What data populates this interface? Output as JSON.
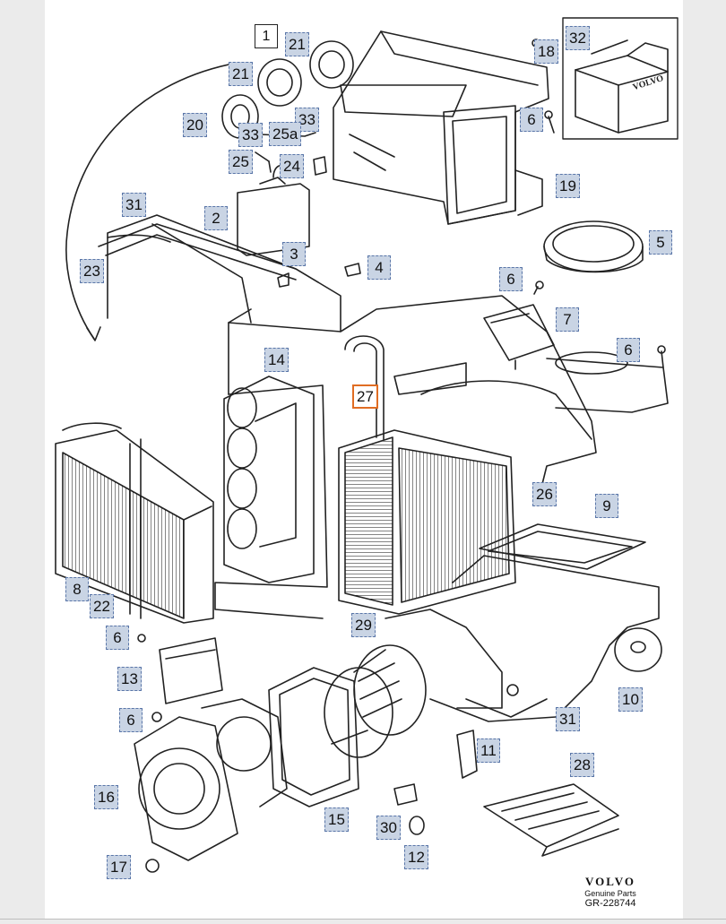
{
  "callouts": {
    "c1": "1",
    "c2": "2",
    "c3": "3",
    "c4": "4",
    "c5": "5",
    "c6a": "6",
    "c6b": "6",
    "c6c": "6",
    "c6d": "6",
    "c6e": "6",
    "c7": "7",
    "c8": "8",
    "c9": "9",
    "c10": "10",
    "c11": "11",
    "c12": "12",
    "c13": "13",
    "c14": "14",
    "c15": "15",
    "c16": "16",
    "c17": "17",
    "c18": "18",
    "c19": "19",
    "c20": "20",
    "c21a": "21",
    "c21b": "21",
    "c22": "22",
    "c23": "23",
    "c24": "24",
    "c25": "25",
    "c25a": "25a",
    "c26": "26",
    "c27": "27",
    "c28": "28",
    "c29": "29",
    "c30": "30",
    "c31a": "31",
    "c31b": "31",
    "c32": "32",
    "c33a": "33",
    "c33b": "33"
  },
  "selected_part": "27",
  "box_label": "VOLVO",
  "brand": {
    "logo": "VOLVO",
    "subtitle": "Genuine Parts",
    "reference": "GR-228744"
  },
  "colors": {
    "callout_fill": "#c9d4e4",
    "callout_border": "#5a76a8",
    "selected_border": "#e06d23",
    "line_art": "#222222"
  }
}
